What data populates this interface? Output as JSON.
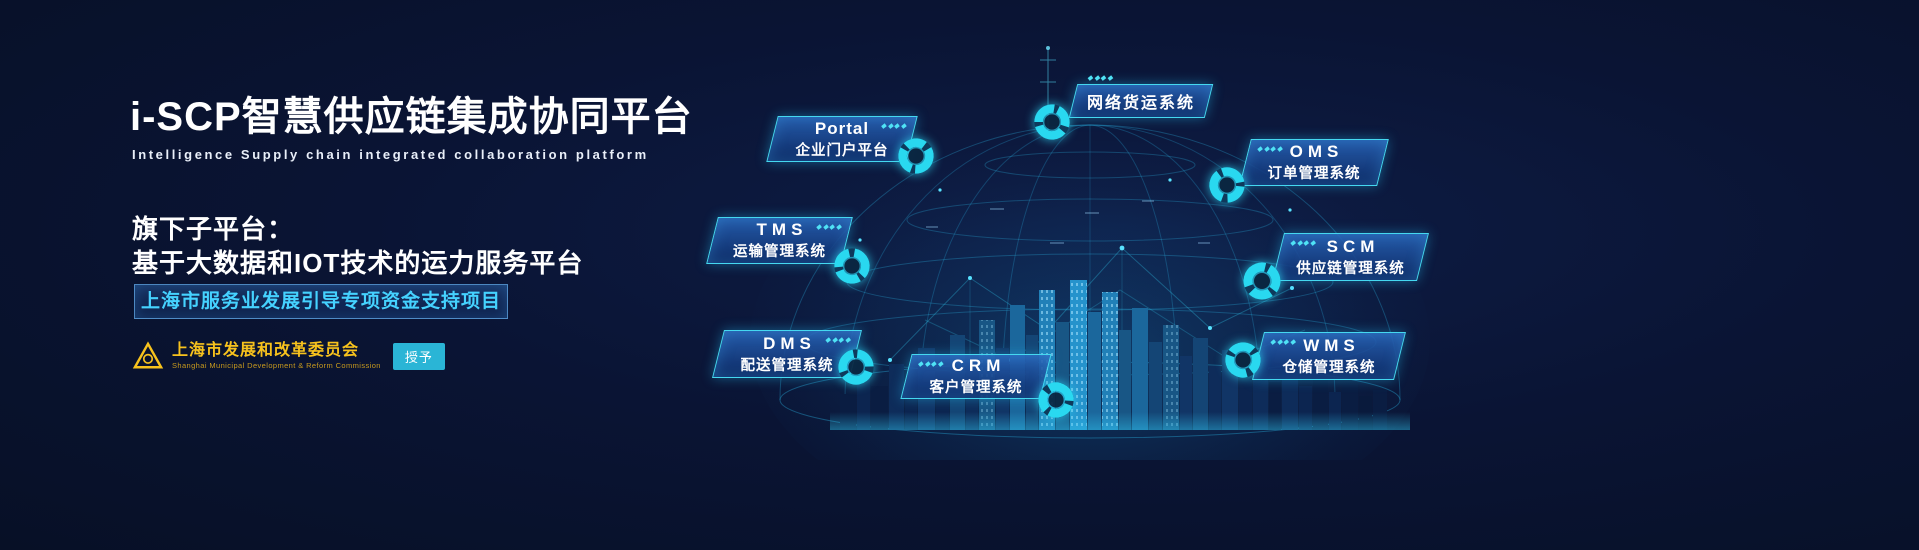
{
  "theme": {
    "bg": "#0a1434",
    "accent": "#45d8f0",
    "gold": "#f7c21d",
    "grant_bg": "#2ab5d6"
  },
  "header": {
    "title": "i-SCP智慧供应链集成协同平台",
    "subtitle": "Intelligence Supply chain integrated collaboration platform"
  },
  "sub_platform": {
    "line1": "旗下子平台：",
    "line2": "基于大数据和IOT技术的运力服务平台",
    "funding_label": "上海市服务业发展引导专项资金支持项目"
  },
  "issuer": {
    "name": "上海市发展和改革委员会",
    "name_en": "Shanghai Municipal Development & Reform Commission",
    "grant_label": "授予"
  },
  "modules": [
    {
      "id": "portal",
      "title": "Portal",
      "subtitle": "企业门户平台"
    },
    {
      "id": "freight",
      "title": "网络货运系统",
      "subtitle": ""
    },
    {
      "id": "oms",
      "title": "OMS",
      "subtitle": "订单管理系统"
    },
    {
      "id": "tms",
      "title": "TMS",
      "subtitle": "运输管理系统"
    },
    {
      "id": "scm",
      "title": "SCM",
      "subtitle": "供应链管理系统"
    },
    {
      "id": "dms",
      "title": "DMS",
      "subtitle": "配送管理系统"
    },
    {
      "id": "crm",
      "title": "CRM",
      "subtitle": "客户管理系统"
    },
    {
      "id": "wms",
      "title": "WMS",
      "subtitle": "仓储管理系统"
    }
  ]
}
